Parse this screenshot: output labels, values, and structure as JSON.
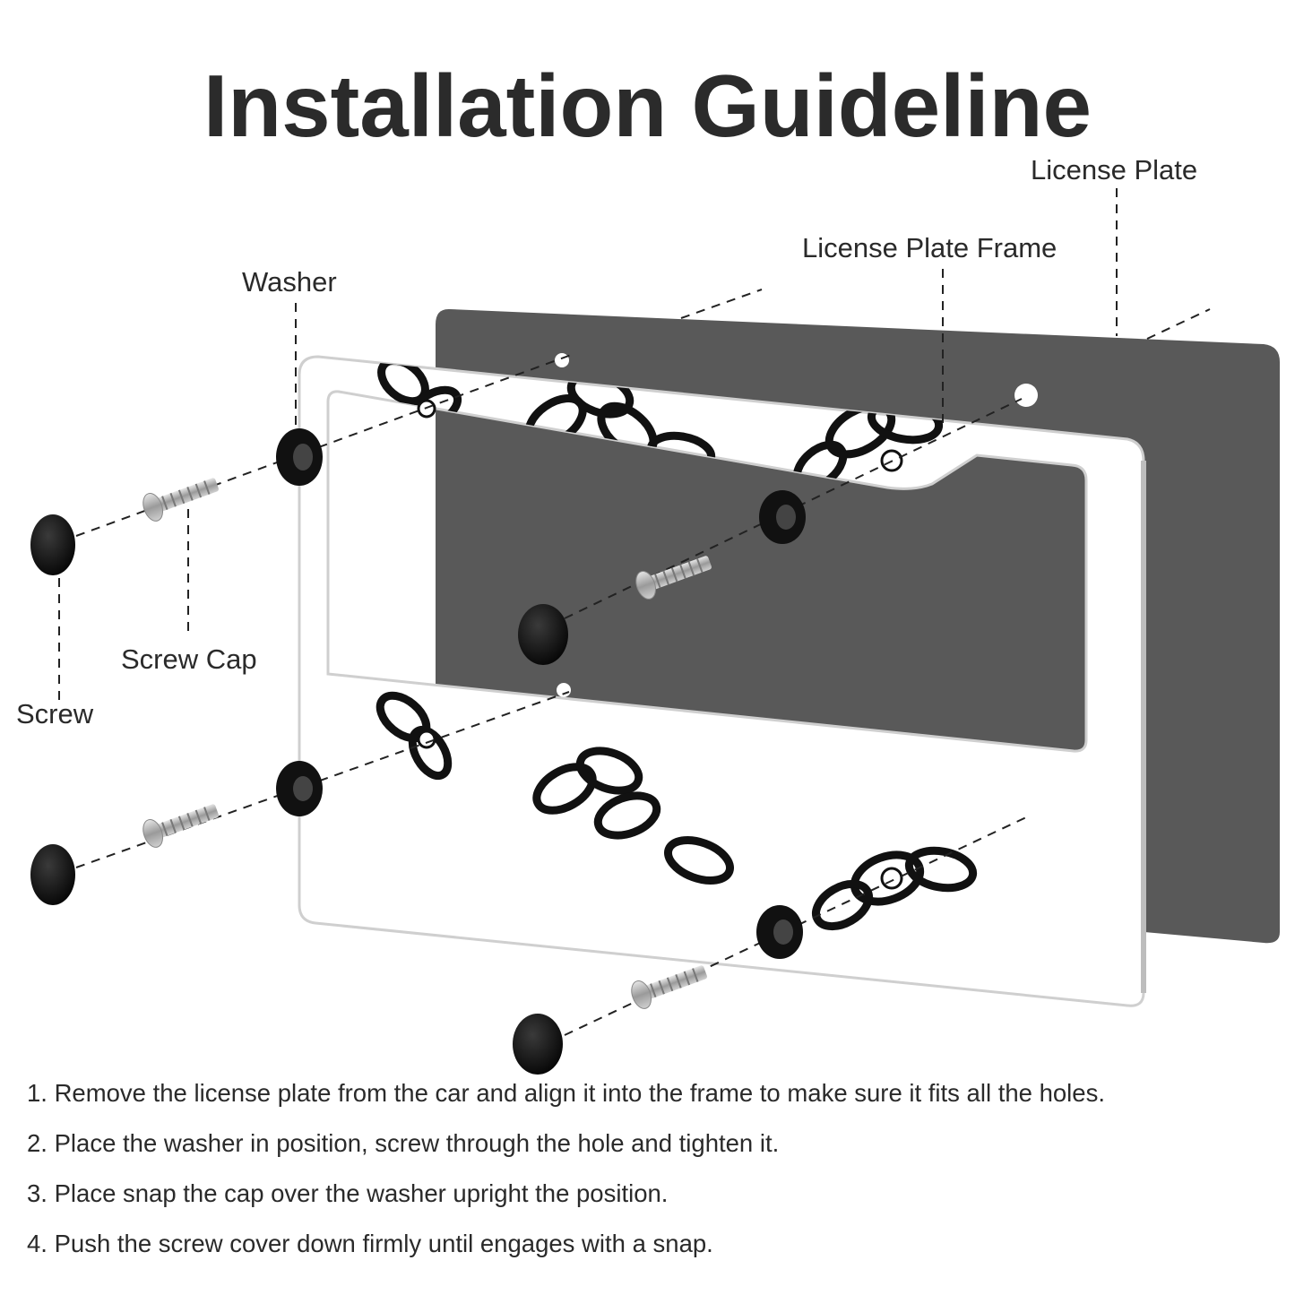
{
  "title": "Installation Guideline",
  "labels": {
    "license_plate": "License Plate",
    "license_plate_frame": "License Plate Frame",
    "washer": "Washer",
    "screw_cap": "Screw Cap",
    "screw": "Screw"
  },
  "steps": [
    "1. Remove the license plate from the car and align it into the frame to make sure it fits all the holes.",
    "2. Place the washer in position, screw through the hole and tighten it.",
    "3. Place snap the cap over the washer upright the position.",
    "4. Push the screw cover down firmly until engages with a snap."
  ],
  "colors": {
    "plate": "#595959",
    "frame": "#ffffff",
    "frame_edge": "#cfcfcf",
    "hardware": "#111111",
    "screw_metal": "#b8b8b8",
    "text": "#2a2a2a"
  }
}
